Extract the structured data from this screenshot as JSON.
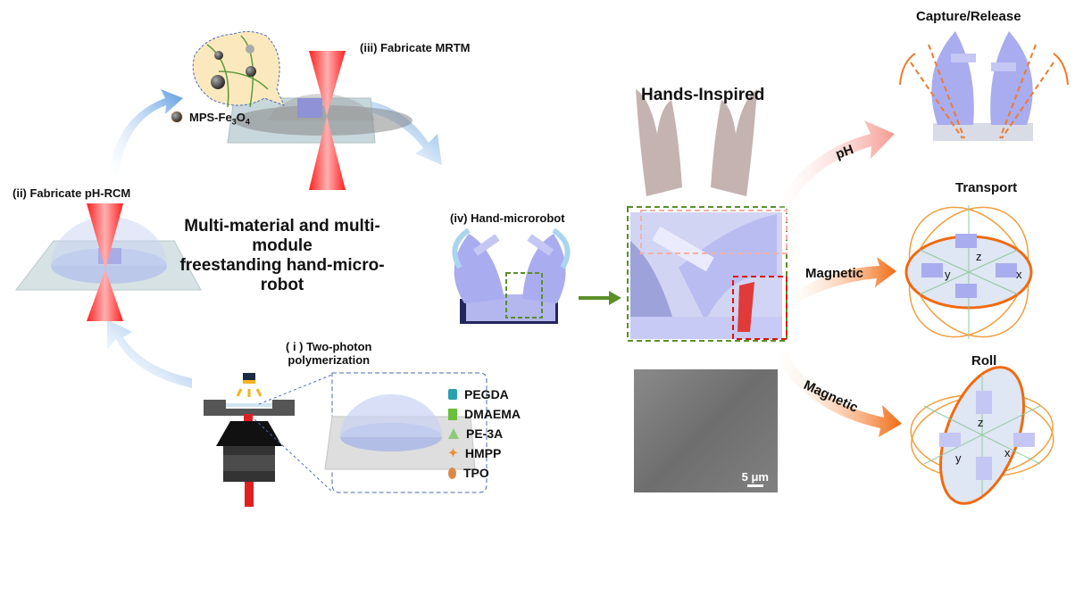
{
  "title": "Multi-material and multi-module freestanding hand-micro-robot",
  "title_lines": [
    "Multi-material and multi-module",
    "freestanding hand-micro-robot"
  ],
  "steps": {
    "i": {
      "label_line1": "( i ) Two-photon",
      "label_line2": "polymerization"
    },
    "ii": {
      "label": "(ii) Fabricate pH-RCM"
    },
    "iii": {
      "label": "(iii) Fabricate MRTM"
    },
    "iv": {
      "label": "(iv) Hand-microrobot"
    }
  },
  "nanoparticle": {
    "label_prefix": "MPS-Fe",
    "sub1": "3",
    "mid": "O",
    "sub2": "4"
  },
  "legend": [
    {
      "name": "PEGDA",
      "icon": "cylinder-icon",
      "color": "#2a9fb0"
    },
    {
      "name": "DMAEMA",
      "icon": "green-block-icon",
      "color": "#6abf3c"
    },
    {
      "name": "PE-3A",
      "icon": "triangle-icon",
      "color": "#8fc97a"
    },
    {
      "name": "HMPP",
      "icon": "star-icon",
      "color": "#f08a2c"
    },
    {
      "name": "TPO",
      "icon": "egg-icon",
      "color": "#d98a4a"
    }
  ],
  "hands_inspired": "Hands-Inspired",
  "sem": {
    "scale_label": "5 μm"
  },
  "stimuli": [
    {
      "label": "pH",
      "color": "#f4a7a0"
    },
    {
      "label": "Magnetic",
      "color": "#f07a28"
    },
    {
      "label": "Magnetic",
      "color": "#f07a28"
    }
  ],
  "outcomes": [
    {
      "label": "Capture/Release"
    },
    {
      "label": "Transport",
      "axes": [
        "z",
        "y",
        "x"
      ]
    },
    {
      "label": "Roll",
      "axes": [
        "z",
        "y",
        "x"
      ]
    }
  ],
  "colors": {
    "flow_arrow": "#7aaee0",
    "laser": "#ff2a2a",
    "robot": "#a9abe6",
    "green_box": "#5a8f2a",
    "red_box": "#e01010",
    "pink_box": "#f4b0a8",
    "orbit": "#f08020"
  }
}
